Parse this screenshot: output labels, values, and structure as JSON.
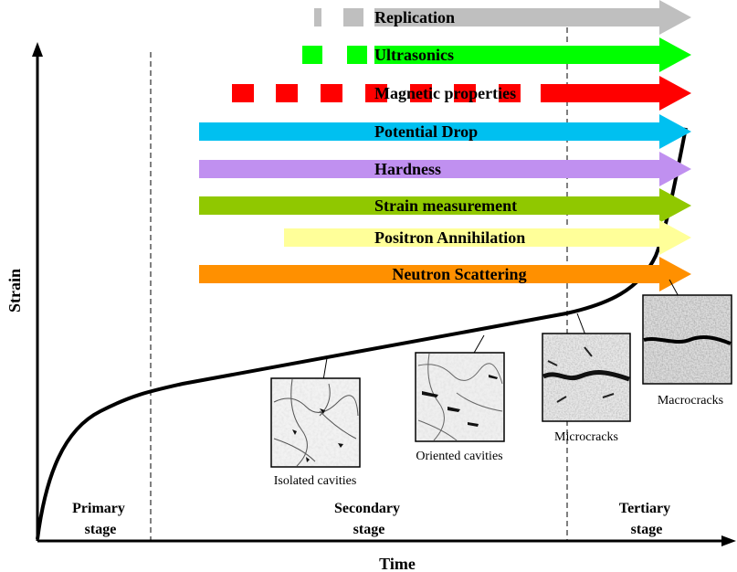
{
  "axes": {
    "y_label": "Strain",
    "x_label": "Time"
  },
  "stages": {
    "primary": [
      "Primary",
      "stage"
    ],
    "secondary": [
      "Secondary",
      "stage"
    ],
    "tertiary": [
      "Tertiary",
      "stage"
    ]
  },
  "methods": [
    {
      "label": "Replication",
      "color": "#bfbfbf",
      "style": "dashed-then-solid"
    },
    {
      "label": "Ultrasonics",
      "color": "#00ff00",
      "style": "dashed-then-solid"
    },
    {
      "label": "Magnetic properties",
      "color": "#ff0000",
      "style": "dashed-then-solid"
    },
    {
      "label": "Potential Drop",
      "color": "#00c0f0",
      "style": "solid"
    },
    {
      "label": "Hardness",
      "color": "#c090f0",
      "style": "solid"
    },
    {
      "label": "Strain measurement",
      "color": "#90c800",
      "style": "solid"
    },
    {
      "label": "Positron Annihilation",
      "color": "#ffff99",
      "style": "solid"
    },
    {
      "label": "Neutron Scattering",
      "color": "#ff9000",
      "style": "solid"
    }
  ],
  "micrographs": {
    "isolated": "Isolated cavities",
    "oriented": "Oriented cavities",
    "micro": "Microcracks",
    "macro": "Macrocracks"
  }
}
